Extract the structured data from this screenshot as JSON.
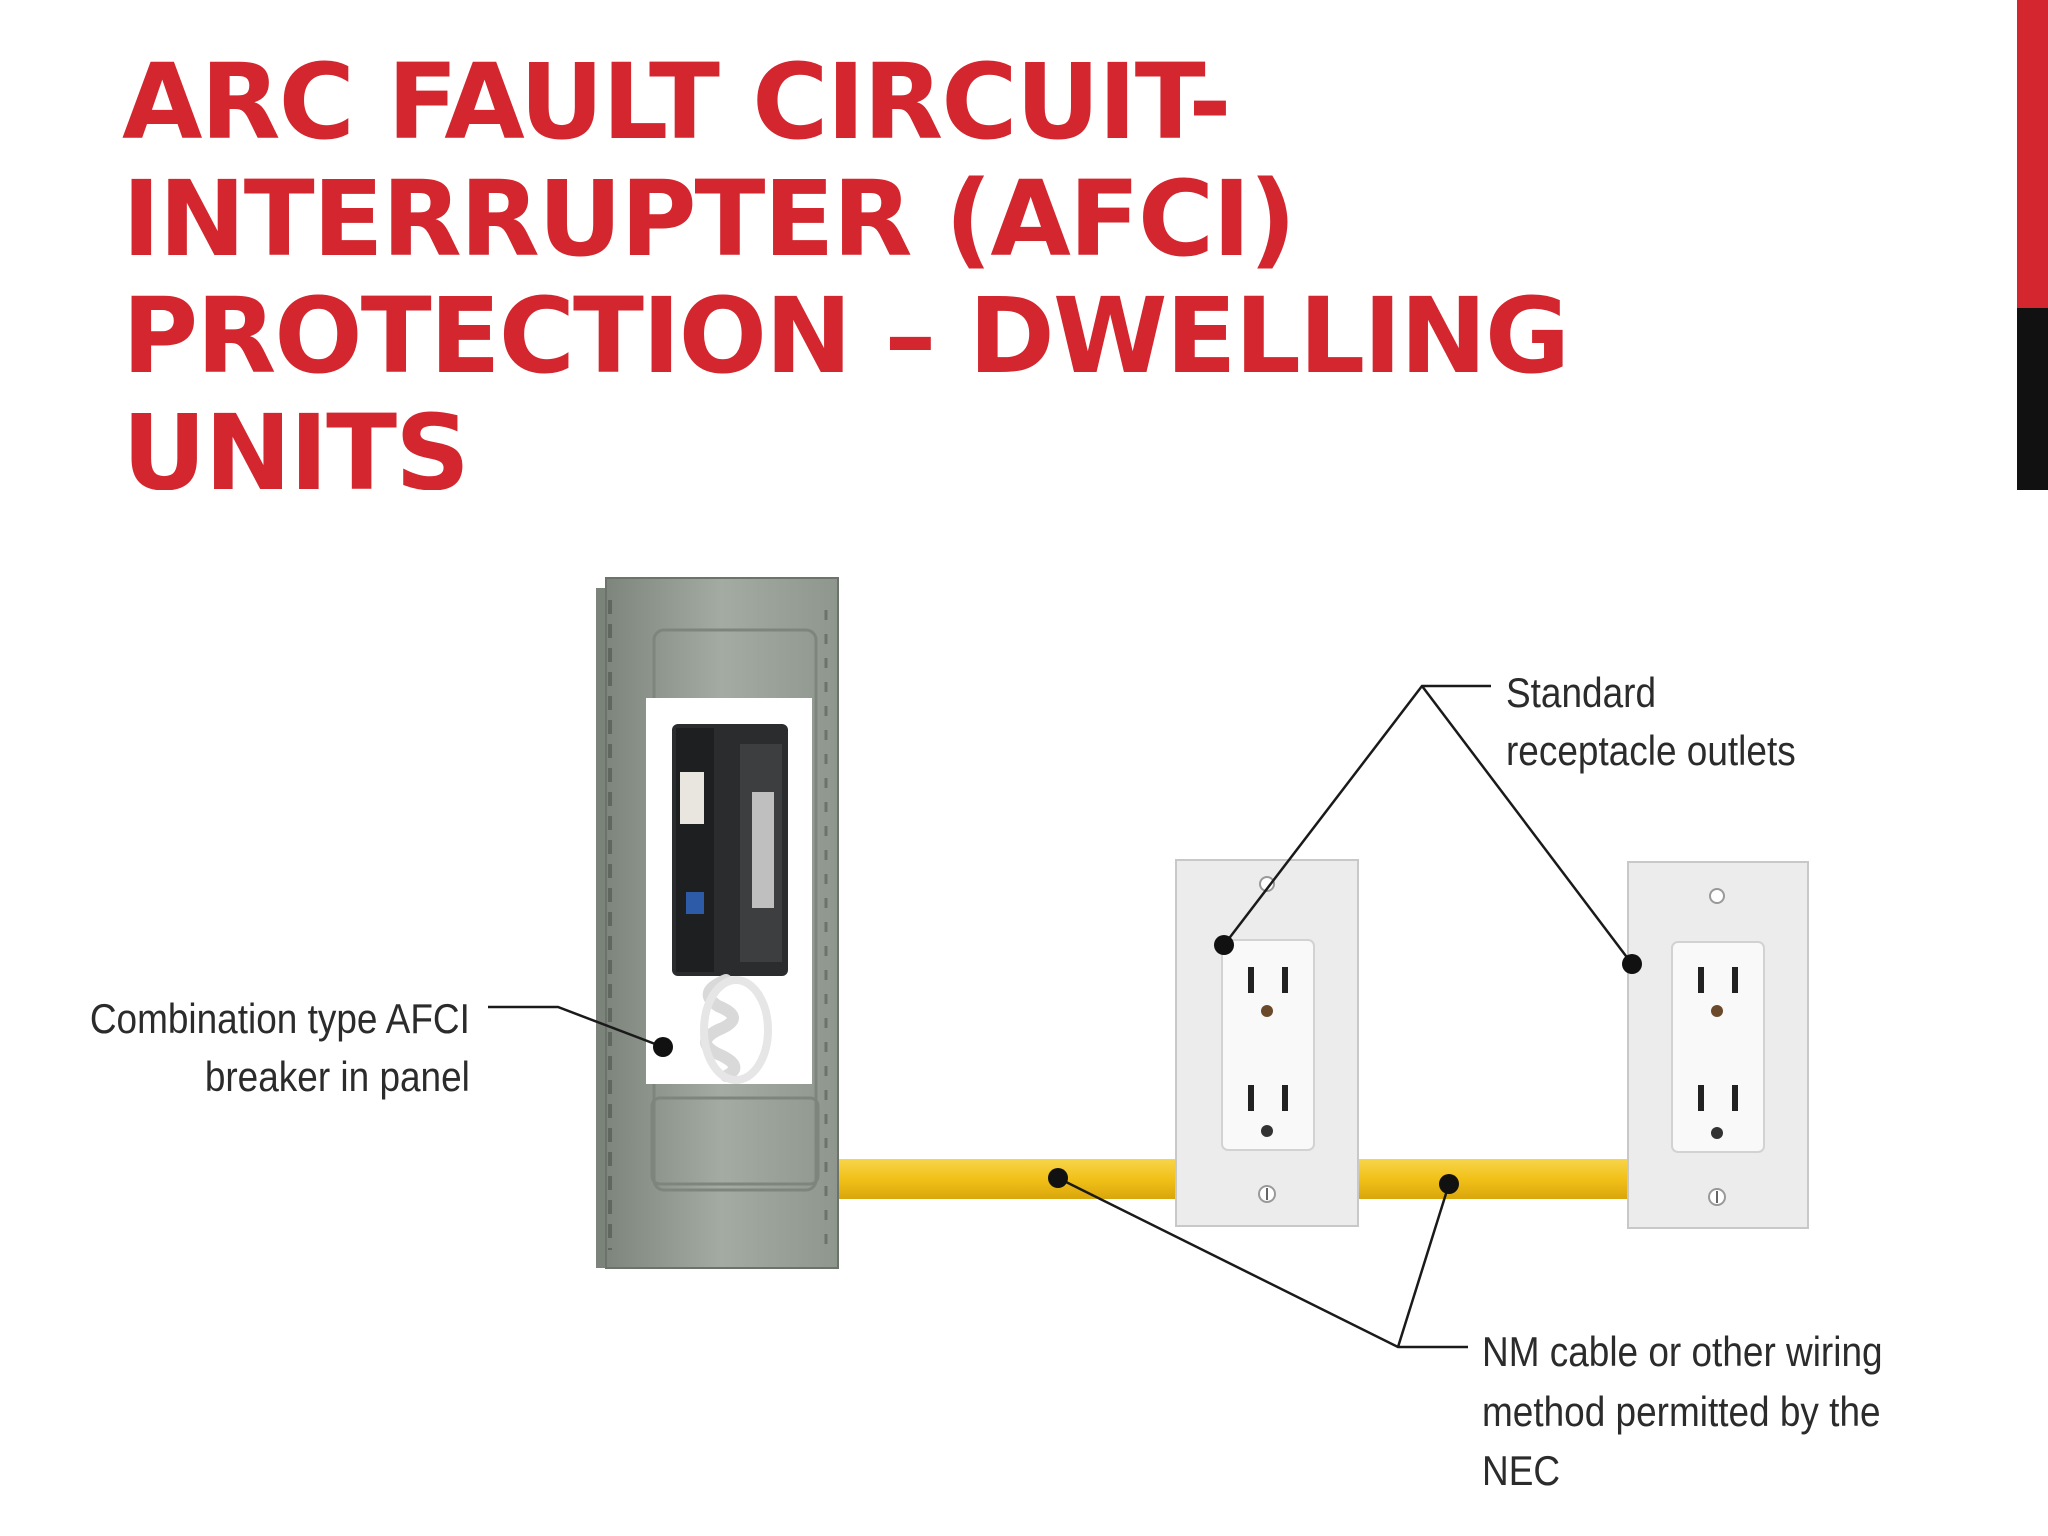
{
  "slide": {
    "title_lines": [
      "Arc Fault Circuit-",
      "Interrupter (AFCI)",
      "Protection – Dwelling",
      "Units"
    ],
    "accent_color": "#d3262e"
  },
  "diagram": {
    "afci_label_lines": [
      "Combination type AFCI",
      "breaker in panel"
    ],
    "receptacle_label_lines": [
      "Standard",
      "receptacle outlets"
    ],
    "cable_label_lines": [
      "NM cable or other wiring",
      "method permitted by the",
      "NEC"
    ],
    "cable_color": "#f2c118",
    "panel_color": "#9aa29a"
  }
}
